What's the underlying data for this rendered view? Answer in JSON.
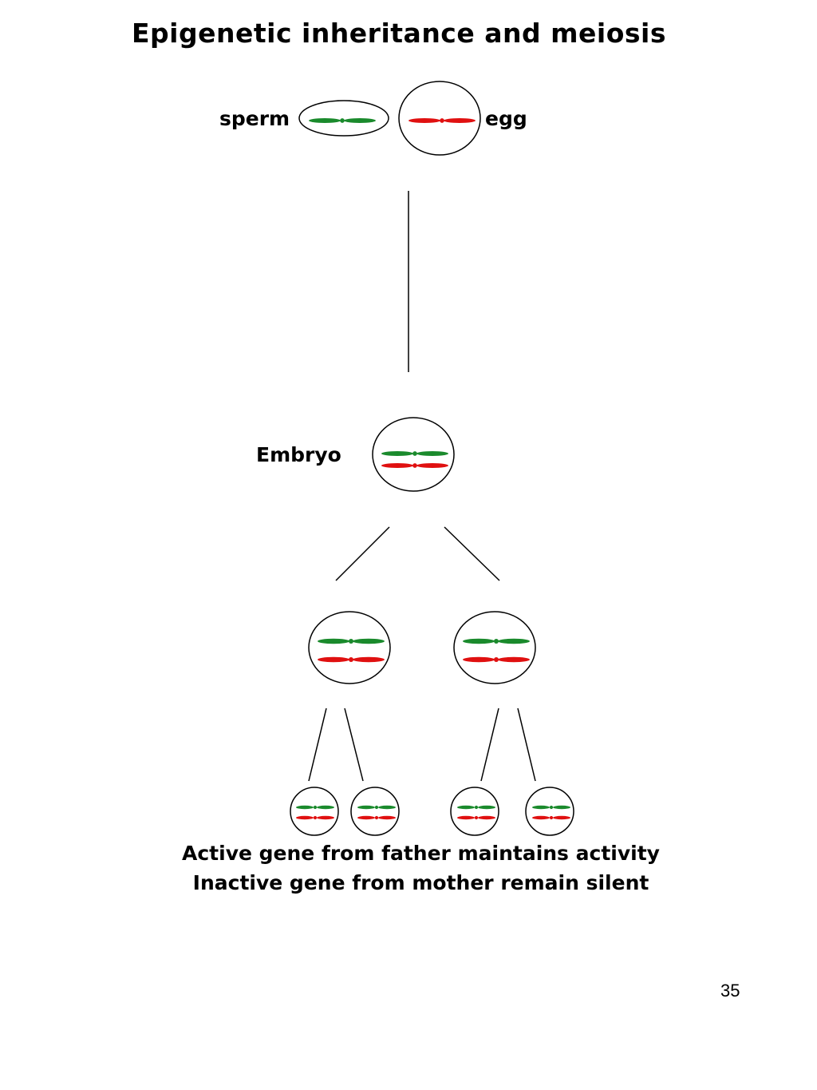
{
  "title": "Epigenetic inheritance and meiosis",
  "labels": {
    "sperm": "sperm",
    "egg": "egg",
    "embryo": "Embryo"
  },
  "caption": {
    "line1": "Active gene from father maintains activity",
    "line2": "Inactive gene from mother remain silent"
  },
  "page_number": "35",
  "colors": {
    "paternal_chromosome": "#1a8a2c",
    "maternal_chromosome": "#e01010",
    "outline": "#000000"
  }
}
